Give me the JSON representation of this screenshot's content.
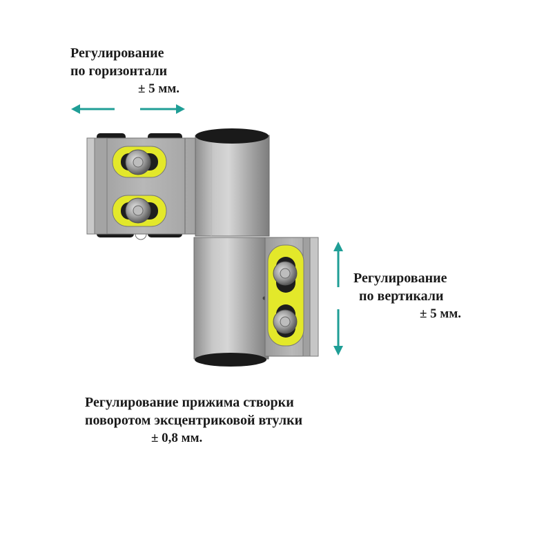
{
  "horizontal_adjustment": {
    "line1": "Регулирование",
    "line2": "по горизонтали",
    "line3": "± 5 мм."
  },
  "vertical_adjustment": {
    "line1": "Регулирование",
    "line2": "по вертикали",
    "line3": "± 5 мм."
  },
  "clamp_adjustment": {
    "line1": "Регулирование прижима створки",
    "line2": "поворотом эксцентриковой втулки",
    "line3": "± 0,8 мм."
  },
  "colors": {
    "arrow": "#1f9e96",
    "metal": "#a9a9a9",
    "washer": "#e3e82a",
    "text": "#1a1a1a"
  }
}
